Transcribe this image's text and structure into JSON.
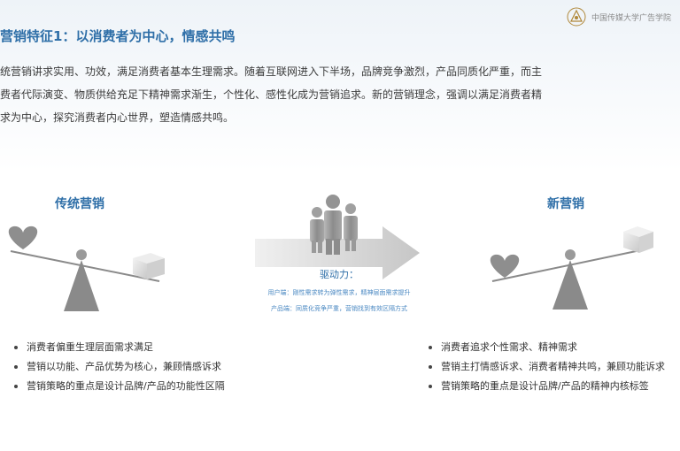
{
  "header": {
    "title": "营销特征1：以消费者为中心，情感共鸣",
    "logo_text": "中国传媒大学广告学院"
  },
  "intro": {
    "lines": [
      "统营销讲求实用、功效，满足消费者基本生理需求。随着互联网进入下半场，品牌竞争激烈，产品同质化严重，而主",
      "费者代际演变、物质供给充足下精神需求渐生，个性化、感性化成为营销追求。新的营销理念，强调以满足消费者精",
      "求为中心，探究消费者内心世界，塑造情感共鸣。"
    ]
  },
  "left": {
    "label": "传统营销",
    "bullets": [
      "消费者偏重生理层面需求满足",
      "营销以功能、产品优势为核心，兼顾情感诉求",
      "营销策略的重点是设计品牌/产品的功能性区隔"
    ]
  },
  "right": {
    "label": "新营销",
    "bullets": [
      "消费者追求个性需求、精神需求",
      "营销主打情感诉求、消费者精神共鸣，兼顾功能诉求",
      "营销策略的重点是设计品牌/产品的精神内核标签"
    ]
  },
  "drive": {
    "title": "驱动力：",
    "line1": "用户端：刚性需求转为弹性需求，精神层面需求提升",
    "line2": "产品端：同质化竞争严重，营销找到有效区隔方式"
  },
  "icons": {
    "logo": "university-logo-icon",
    "heart": "heart-icon",
    "cube": "cube-icon",
    "people": "people-group-icon",
    "arrow": "right-arrow-icon",
    "seesaw": "seesaw-icon"
  },
  "colors": {
    "accent": "#2f6fa8",
    "heart": "#8e8e8e",
    "seesaw": "#8a8a8a"
  }
}
